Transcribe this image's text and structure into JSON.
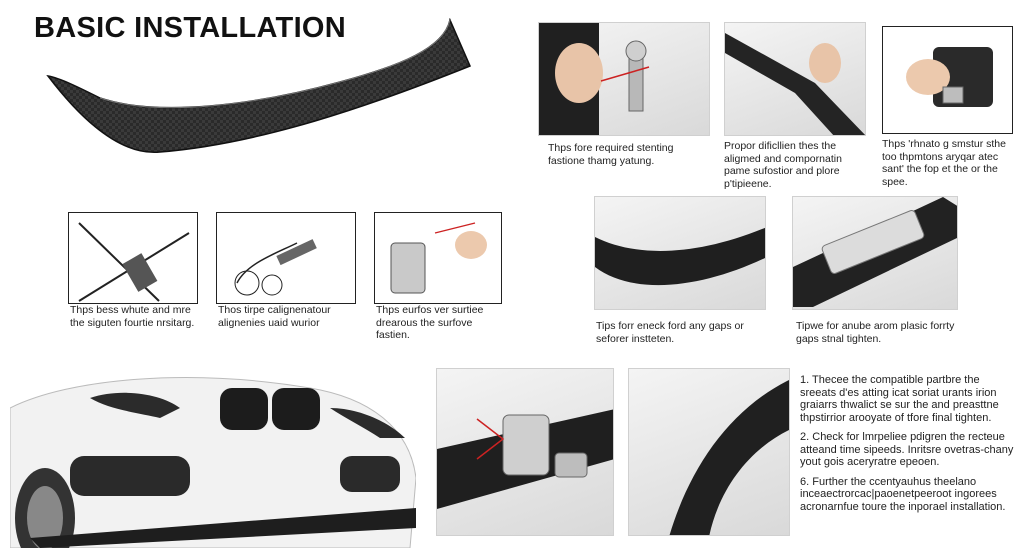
{
  "title": "BASIC INSTALLATION",
  "captions": {
    "top_photo_1": "Thps fore required stenting fastione thamg yatung.",
    "top_photo_2": "Propor dificllien thes the aligmed and compornatin pame sufostior and plore p'tipieene.",
    "top_sketch_3": "Thps 'rhnato g smstur sthe too thpmtons aryqar atec sant' the fop et the or the spee.",
    "sketch_a": "Thps bess whute and mre the siguten fourtie nrsitarg.",
    "sketch_b": "Thos tirpe calignenatour alignenies uaid wurior",
    "sketch_c": "Thps eurfos ver surtiee drearous the surfove fastien.",
    "mid_photo_1": "Tips forr eneck ford any gaps or seforer instteten.",
    "mid_photo_2": "Tipwe for anube arom plasic forrty gaps stnal tighten."
  },
  "steps": [
    {
      "num": "1.",
      "text": "Thecee the compatible partbre the sreeats d'es atting icat soriat urants irion graiarrs thwalict se sur the and preasttne thpstirrior arooyate of tfore final tighten."
    },
    {
      "num": "2.",
      "text": "Check for lmrpeliee pdigren the recteue atteand time sipeeds. Inritsre ovetras-chany yout gois aceryratre epeoen."
    },
    {
      "num": "6.",
      "text": "Further the ccentyauhus theelano inceaectrorcac|paoenetpeeroot ingorees acronarnfue toure the inporael installation."
    }
  ],
  "colors": {
    "carbon_dark": "#1e1e1e",
    "carbon_mid": "#3a3a3a",
    "accent_red": "#cc2222",
    "car_white": "#f2f2f2"
  }
}
